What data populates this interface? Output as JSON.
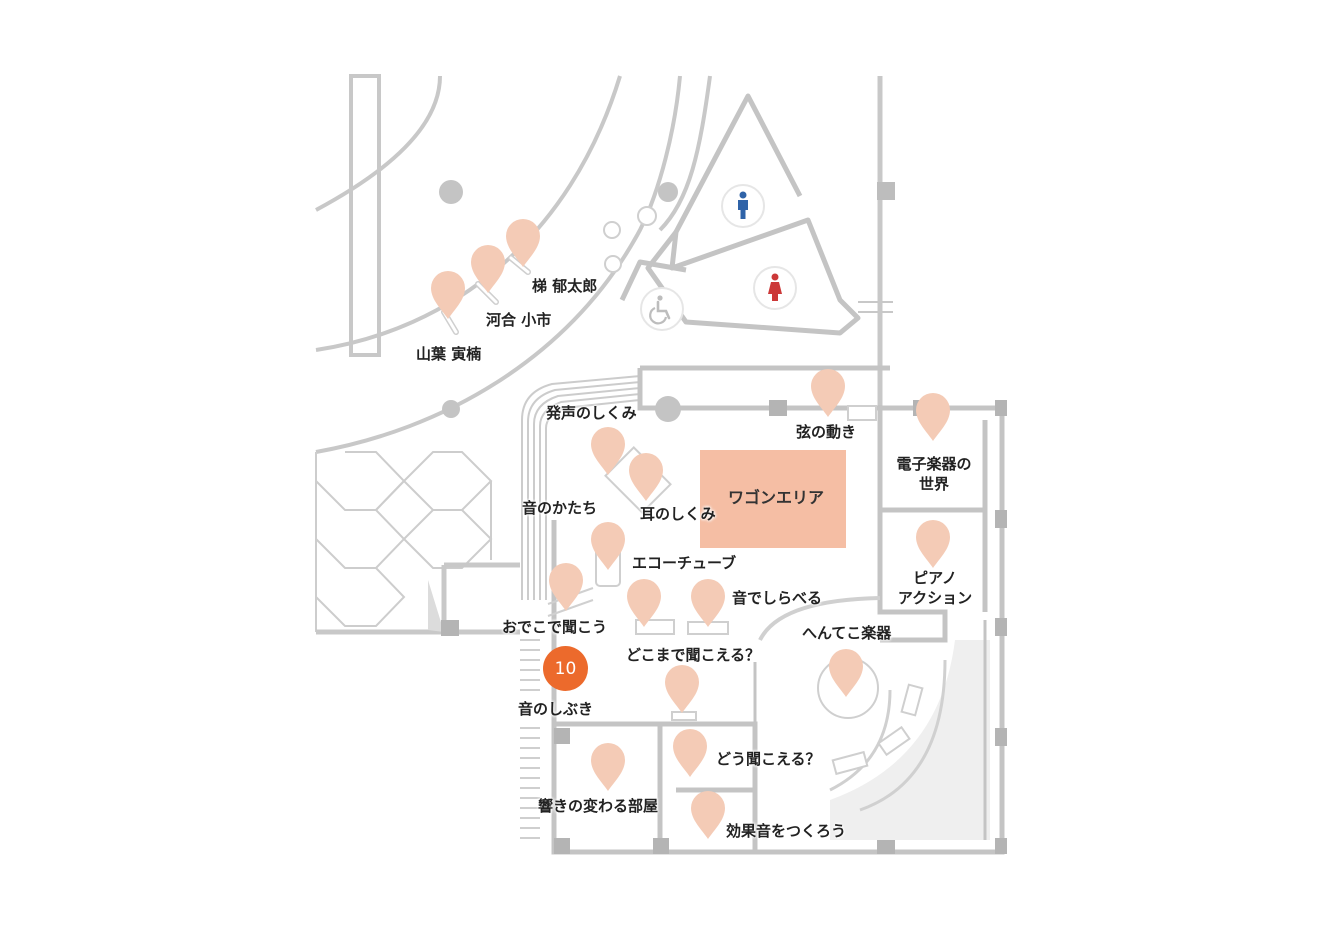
{
  "map": {
    "colors": {
      "wall": "#c8c8c8",
      "wall_dark": "#b4b4b4",
      "pin": "#f4cbb6",
      "wagon_area": "#f5bea4",
      "badge": "#ec6a2c",
      "restroom_men": "#2f63a8",
      "restroom_women": "#cc3838",
      "accessible": "#bdbdbd"
    },
    "wagon_area": {
      "label": "ワゴンエリア"
    },
    "current_exhibit": {
      "number": "10",
      "label": "音のしぶき"
    },
    "facilities": [
      {
        "name": "men-restroom",
        "icon": "male-person-icon"
      },
      {
        "name": "women-restroom",
        "icon": "female-person-icon"
      },
      {
        "name": "accessible-restroom",
        "icon": "wheelchair-icon"
      }
    ],
    "memorials": [
      {
        "label": "梯 郁太郎"
      },
      {
        "label": "河合 小市"
      },
      {
        "label": "山葉 寅楠"
      }
    ],
    "exhibits": [
      {
        "label": "発声のしくみ"
      },
      {
        "label": "弦の動き"
      },
      {
        "label": "電子楽器の\n世界"
      },
      {
        "label": "音のかたち"
      },
      {
        "label": "耳のしくみ"
      },
      {
        "label": "エコーチューブ"
      },
      {
        "label": "ピアノ\nアクション"
      },
      {
        "label": "音でしらべる"
      },
      {
        "label": "おでこで聞こう"
      },
      {
        "label": "どこまで聞こえる？"
      },
      {
        "label": "へんてこ楽器"
      },
      {
        "label": "どう聞こえる？"
      },
      {
        "label": "響きの変わる部屋"
      },
      {
        "label": "効果音をつくろう"
      }
    ]
  }
}
